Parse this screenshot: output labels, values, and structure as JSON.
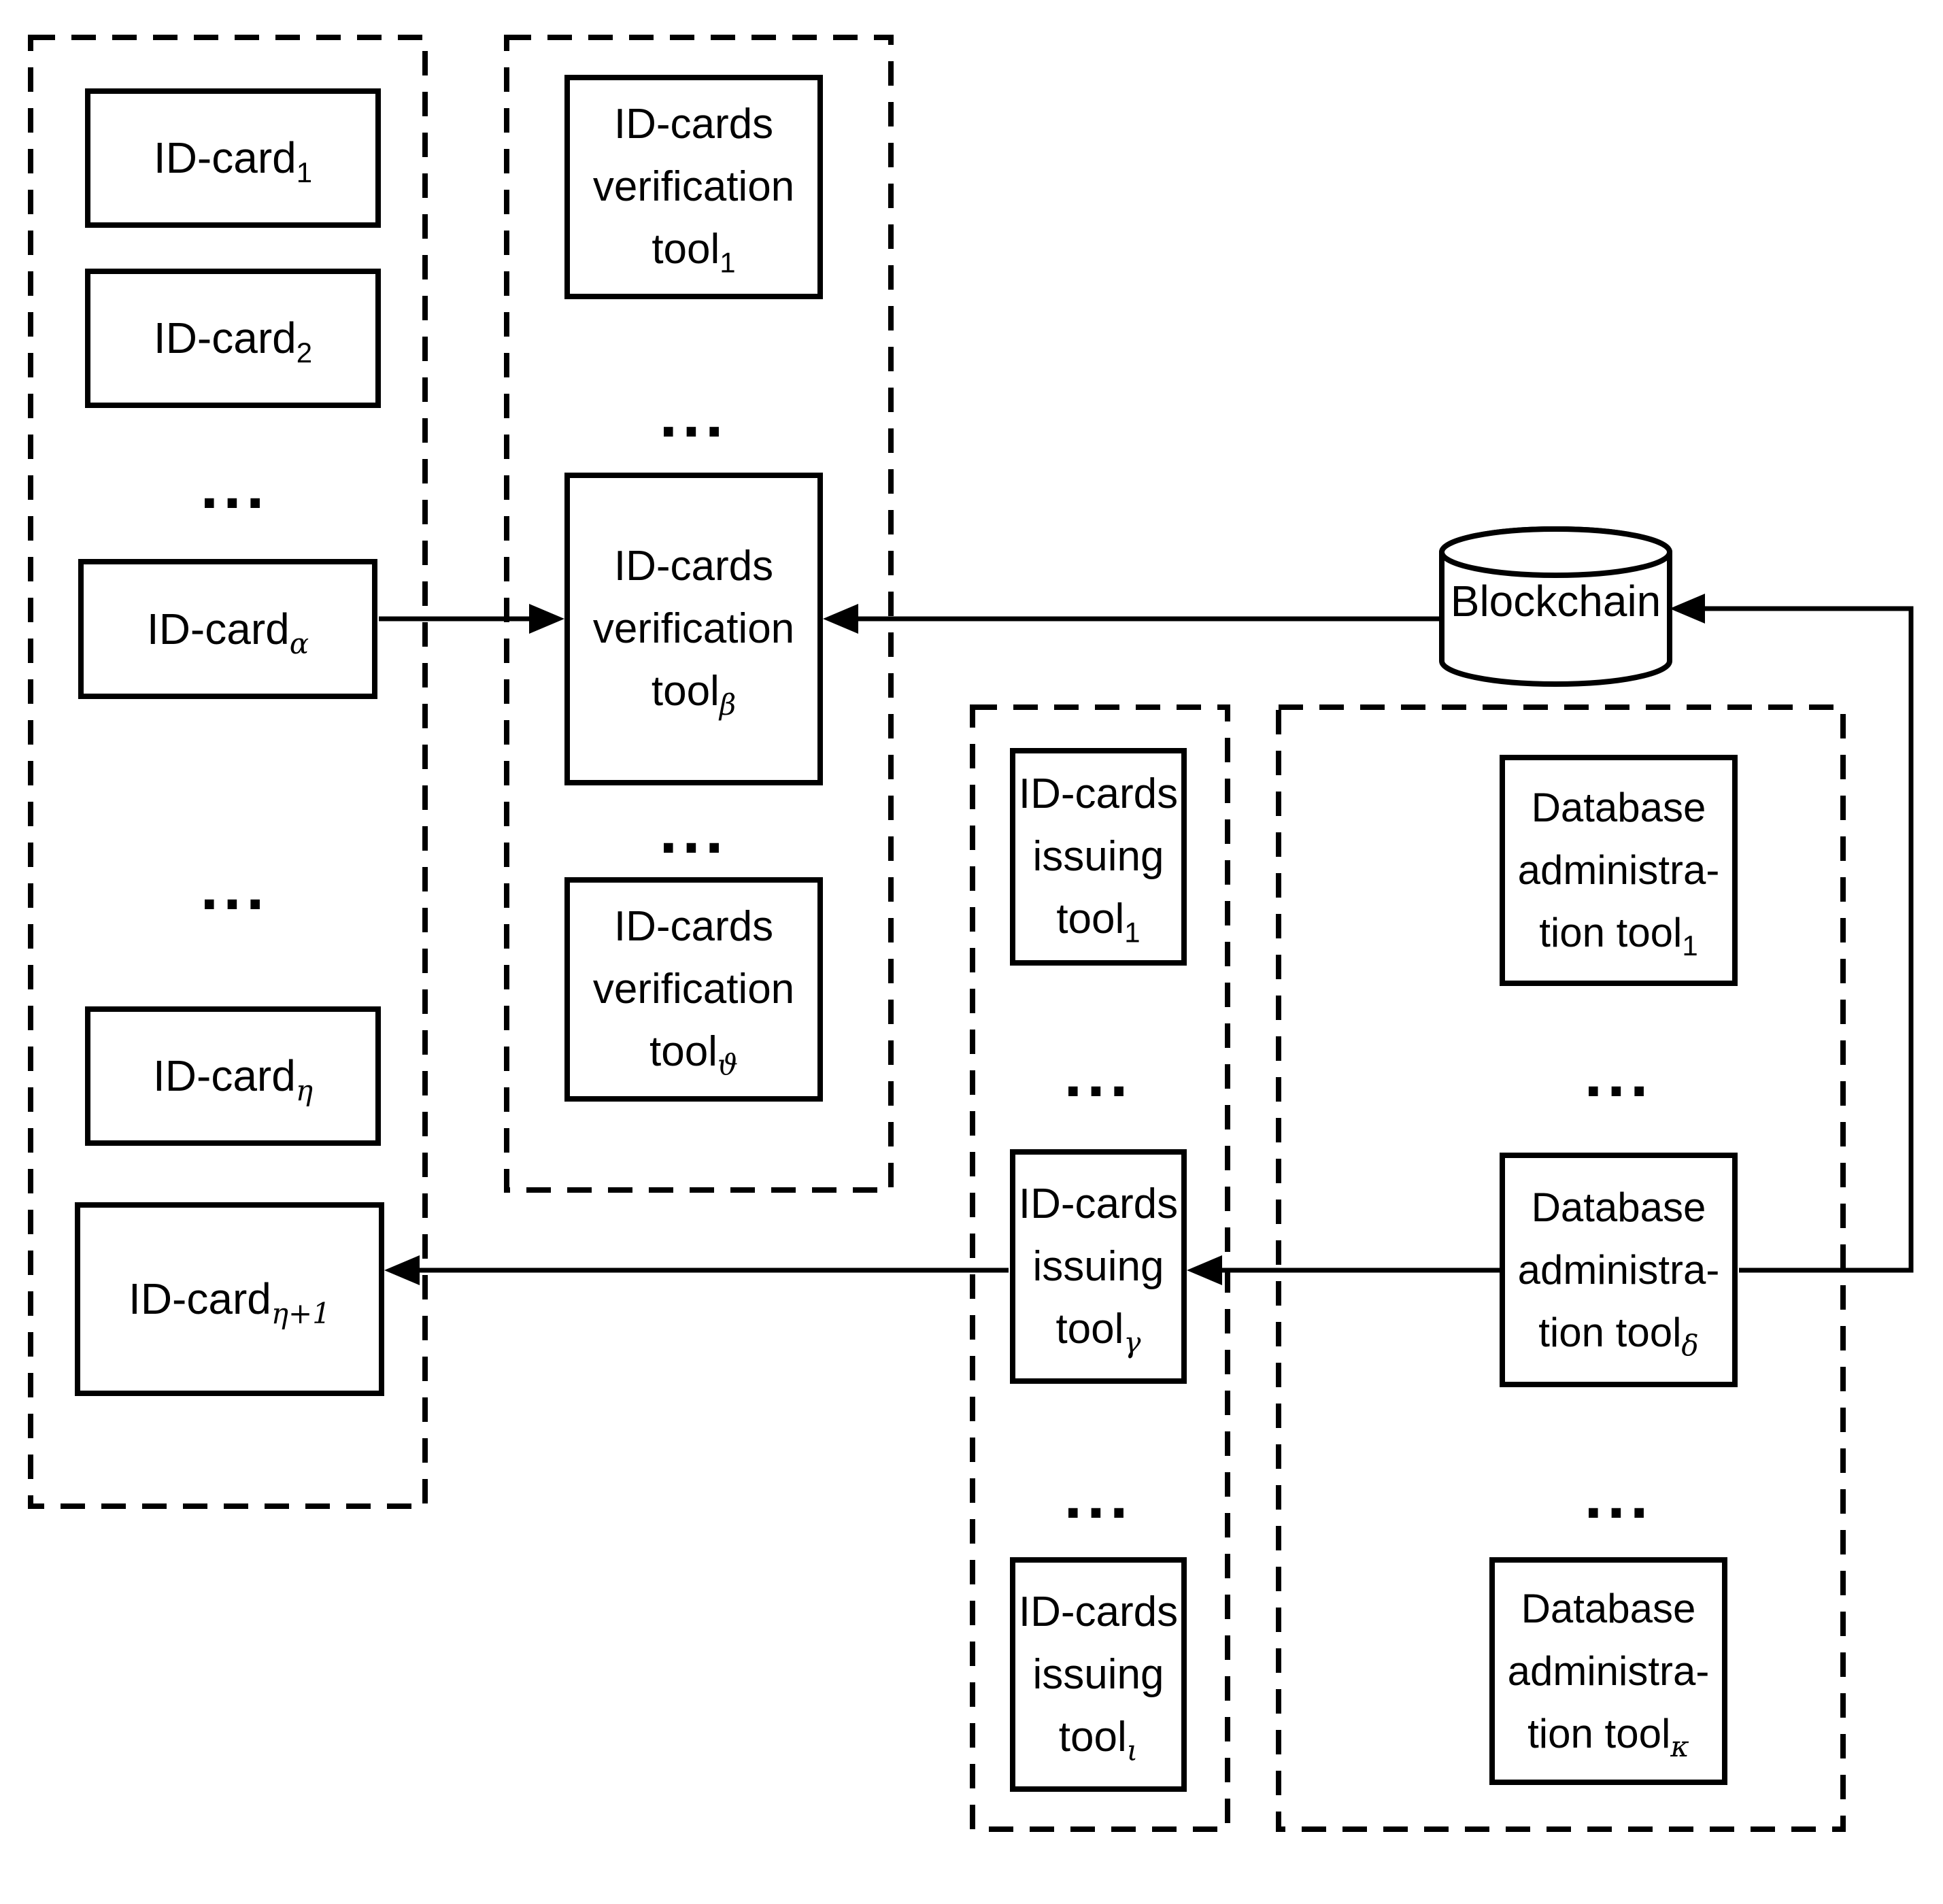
{
  "colors": {
    "ink": "#000000",
    "background": "#ffffff"
  },
  "groups": {
    "id_cards": {
      "ellipsis": "...",
      "boxes": [
        {
          "label": "ID-card",
          "sub": "1"
        },
        {
          "label": "ID-card",
          "sub": "2"
        },
        {
          "label": "ID-card",
          "sub": "α"
        },
        {
          "label": "ID-card",
          "sub": "η"
        },
        {
          "label": "ID-card",
          "sub": "η+1"
        }
      ]
    },
    "verification": {
      "ellipsis": "...",
      "boxes": [
        {
          "line1": "ID-cards",
          "line2": "verification",
          "line3": "tool",
          "sub": "1"
        },
        {
          "line1": "ID-cards",
          "line2": "verification",
          "line3": "tool",
          "sub": "β"
        },
        {
          "line1": "ID-cards",
          "line2": "verification",
          "line3": "tool",
          "sub": "ϑ"
        }
      ]
    },
    "issuing": {
      "ellipsis": "...",
      "boxes": [
        {
          "line1": "ID-cards",
          "line2": "issuing",
          "line3": "tool",
          "sub": "1"
        },
        {
          "line1": "ID-cards",
          "line2": "issuing",
          "line3": "tool",
          "sub": "γ"
        },
        {
          "line1": "ID-cards",
          "line2": "issuing",
          "line3": "tool",
          "sub": "ι"
        }
      ]
    },
    "database": {
      "ellipsis": "...",
      "boxes": [
        {
          "line1": "Database",
          "line2": "administra-",
          "line3": "tion tool",
          "sub": "1"
        },
        {
          "line1": "Database",
          "line2": "administra-",
          "line3": "tion tool",
          "sub": "δ"
        },
        {
          "line1": "Database",
          "line2": "administra-",
          "line3": "tion tool",
          "sub": "κ"
        }
      ]
    },
    "blockchain": {
      "label": "Blockchain"
    }
  },
  "connections": [
    {
      "from": "ID-card α",
      "to": "ID-cards verification tool β"
    },
    {
      "from": "Blockchain",
      "to": "ID-cards verification tool β"
    },
    {
      "from": "Database administration tool δ",
      "to": "ID-cards issuing tool γ"
    },
    {
      "from": "ID-cards issuing tool γ",
      "to": "ID-card η+1"
    },
    {
      "from": "Database administration tool δ",
      "to": "Blockchain"
    }
  ]
}
